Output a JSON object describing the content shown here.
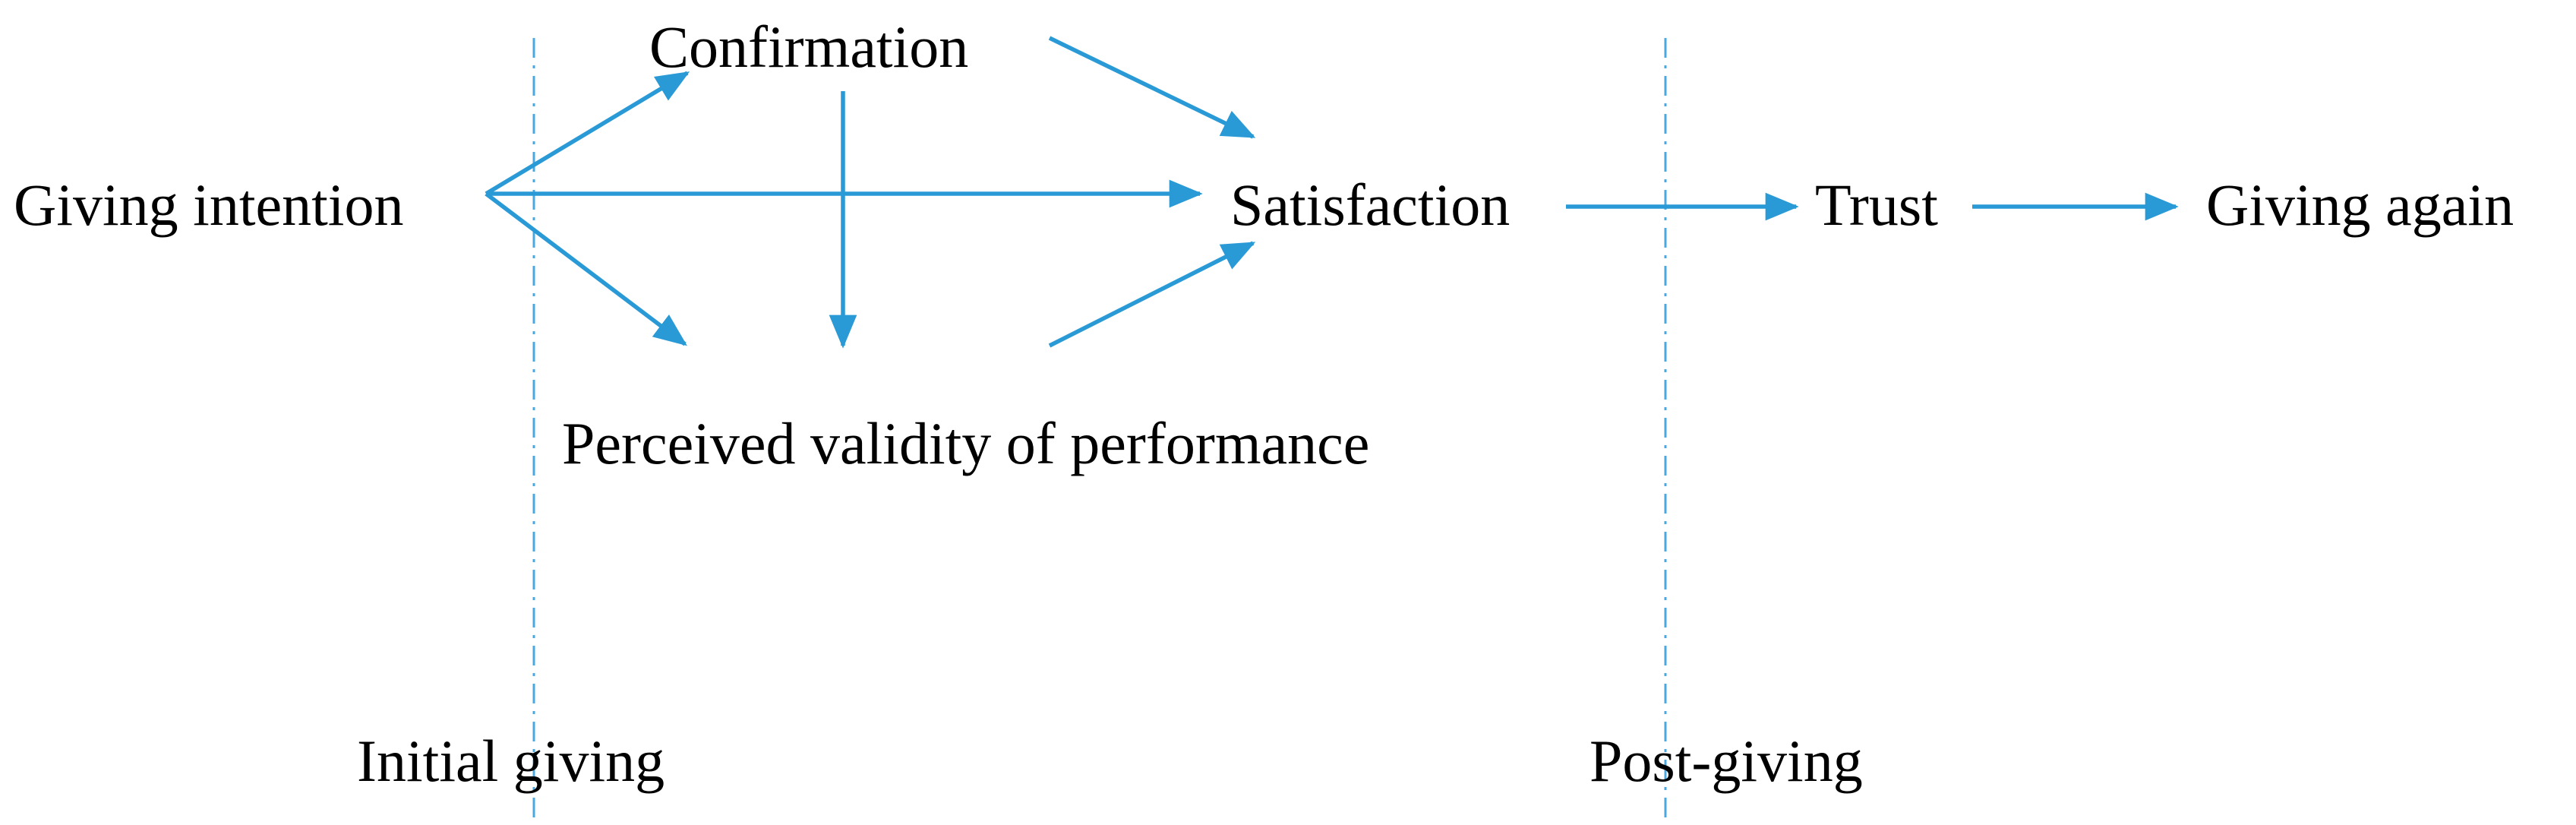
{
  "colors": {
    "arrow": "#2a9ad6",
    "divider": "#4aa8e0",
    "text": "#000000",
    "background": "#ffffff"
  },
  "nodes": {
    "giving_intention": "Giving intention",
    "confirmation": "Confirmation",
    "satisfaction": "Satisfaction",
    "perceived_validity": "Perceived validity of performance",
    "trust": "Trust",
    "giving_again": "Giving again"
  },
  "phases": {
    "initial": "Initial giving",
    "post": "Post-giving"
  },
  "edges": [
    {
      "from": "giving_intention",
      "to": "confirmation"
    },
    {
      "from": "giving_intention",
      "to": "satisfaction"
    },
    {
      "from": "giving_intention",
      "to": "perceived_validity"
    },
    {
      "from": "confirmation",
      "to": "satisfaction"
    },
    {
      "from": "confirmation",
      "to": "perceived_validity"
    },
    {
      "from": "perceived_validity",
      "to": "satisfaction"
    },
    {
      "from": "satisfaction",
      "to": "trust"
    },
    {
      "from": "trust",
      "to": "giving_again"
    }
  ]
}
